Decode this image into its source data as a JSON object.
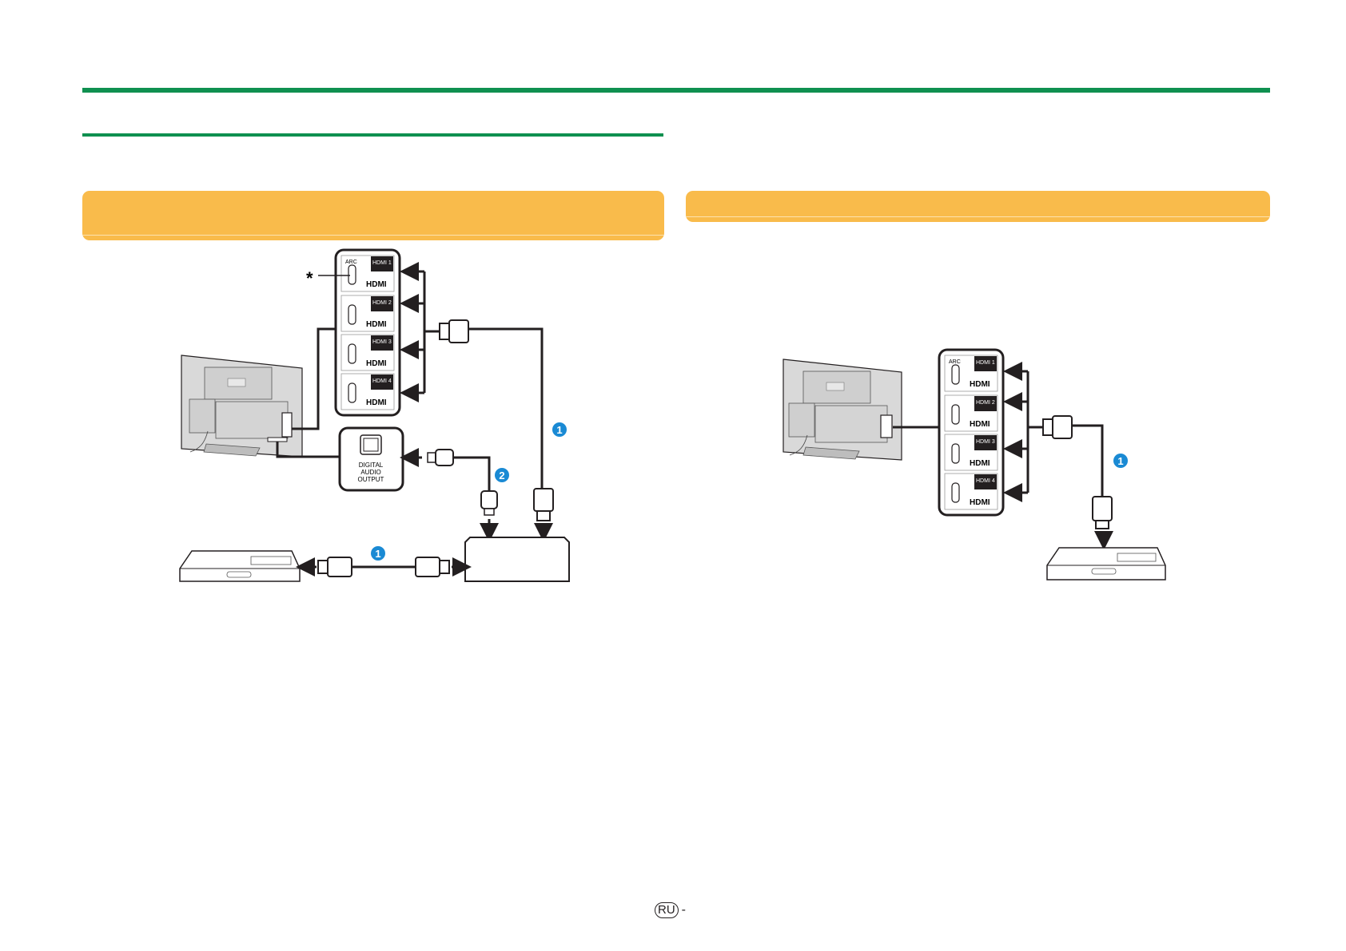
{
  "page": {
    "language_badge": "RU",
    "page_suffix": "-"
  },
  "colors": {
    "section_rule": "#0f9050",
    "heading_bar": "#f9bb4b",
    "callout": "#1a8ad4",
    "line": "#231f20",
    "device_fill": "#d9d9d9"
  },
  "left_diagram": {
    "asterisk": "*",
    "hdmi_ports": [
      {
        "label": "HDMI 1",
        "arc": "ARC",
        "logo": "HDMI"
      },
      {
        "label": "HDMI 2",
        "arc": "",
        "logo": "HDMI"
      },
      {
        "label": "HDMI 3",
        "arc": "",
        "logo": "HDMI"
      },
      {
        "label": "HDMI 4",
        "arc": "",
        "logo": "HDMI"
      }
    ],
    "digital_audio_label_lines": [
      "DIGITAL",
      "AUDIO",
      "OUTPUT"
    ],
    "callouts": [
      "1",
      "2",
      "1"
    ]
  },
  "right_diagram": {
    "hdmi_ports": [
      {
        "label": "HDMI 1",
        "arc": "ARC",
        "logo": "HDMI"
      },
      {
        "label": "HDMI 2",
        "arc": "",
        "logo": "HDMI"
      },
      {
        "label": "HDMI 3",
        "arc": "",
        "logo": "HDMI"
      },
      {
        "label": "HDMI 4",
        "arc": "",
        "logo": "HDMI"
      }
    ],
    "callouts": [
      "1"
    ]
  }
}
